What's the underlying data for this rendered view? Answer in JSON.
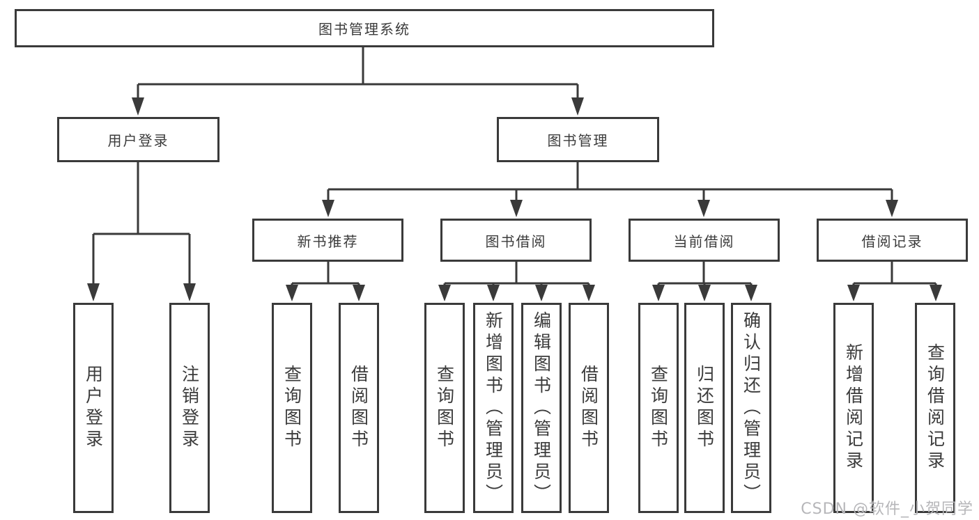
{
  "nodes": {
    "root": "图书管理系统",
    "user_login": "用户登录",
    "book_mgmt": "图书管理",
    "user_children": [
      "用户登录",
      "注销登录"
    ],
    "groups": [
      {
        "label": "新书推荐",
        "children": [
          "查询图书",
          "借阅图书"
        ]
      },
      {
        "label": "图书借阅",
        "children": [
          "查询图书",
          "新增图书（管理员）",
          "编辑图书（管理员）",
          "借阅图书"
        ]
      },
      {
        "label": "当前借阅",
        "children": [
          "查询图书",
          "归还图书",
          "确认归还（管理员）"
        ]
      },
      {
        "label": "借阅记录",
        "children": [
          "新增借阅记录",
          "查询借阅记录"
        ]
      }
    ]
  },
  "watermark": "CSDN @软件_小贺同学",
  "colors": {
    "line": "#3a3a3a",
    "text": "#3b3b3b",
    "watermark": "#b6b6b9",
    "background": "#ffffff"
  }
}
